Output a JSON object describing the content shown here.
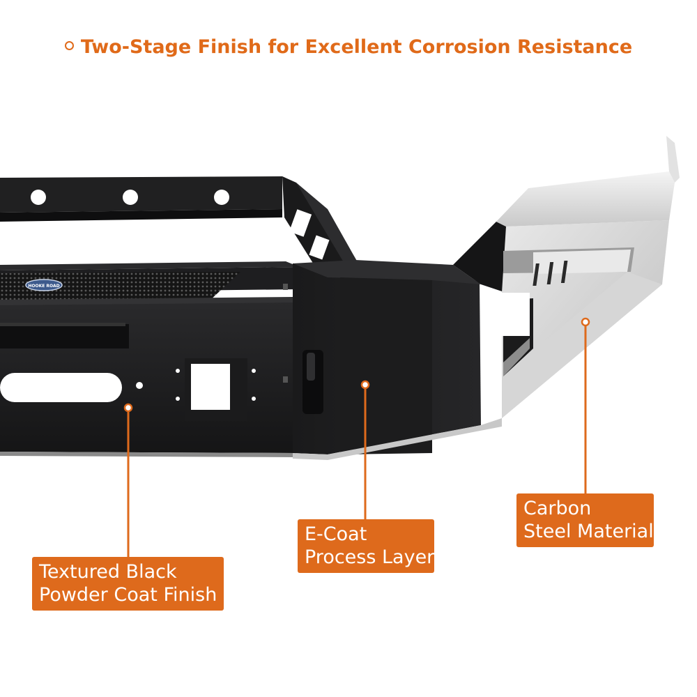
{
  "headline": {
    "text": "Two-Stage Finish for Excellent Corrosion Resistance"
  },
  "callouts": {
    "powder_coat": {
      "line1": "Textured Black",
      "line2": "Powder Coat Finish"
    },
    "ecoat": {
      "line1": "E-Coat",
      "line2": "Process Layer"
    },
    "carbon_steel": {
      "line1": "Carbon",
      "line2": "Steel Material"
    }
  },
  "product": {
    "badge_text": "HOOKE ROAD"
  },
  "colors": {
    "accent_orange": "#de6a1c",
    "headline_orange": "#e06a19",
    "bumper_black": "#1c1c1e",
    "steel_silver": "#d9d9d9",
    "background": "#ffffff"
  }
}
